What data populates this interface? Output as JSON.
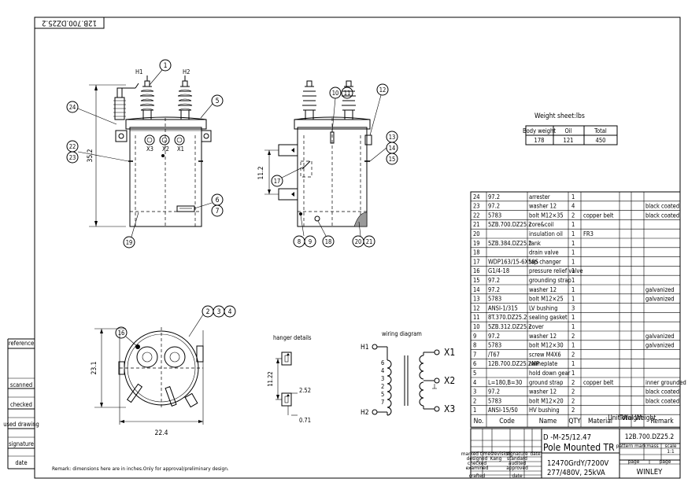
{
  "drawing_code_rotated": "12B.700.DZ25.2",
  "views": {
    "front": {
      "H1": "H1",
      "H2": "H2",
      "bushing_labels": [
        "X3",
        "X2",
        "X1"
      ],
      "dim_height": "35.2",
      "balloons": [
        "1",
        "5",
        "24",
        "22",
        "23",
        "6",
        "7",
        "19"
      ]
    },
    "side": {
      "dim_height": "11.2",
      "balloons": [
        "10",
        "11",
        "12",
        "13",
        "14",
        "15",
        "17",
        "8",
        "9",
        "18",
        "20",
        "21"
      ]
    },
    "top": {
      "dim_height": "23.1",
      "dim_width": "22.4",
      "balloons": [
        "16",
        "2",
        "3",
        "4"
      ]
    }
  },
  "hanger": {
    "title": "hanger details",
    "dims": [
      "11.22",
      "2.52",
      "0.71"
    ]
  },
  "wiring": {
    "title": "wiring diagram",
    "H1": "H1",
    "H2": "H2",
    "X1": "X1",
    "X2": "X2",
    "X3": "X3",
    "taps": [
      "6",
      "4",
      "3",
      "2",
      "5",
      "7"
    ]
  },
  "weight_sheet": {
    "title": "Weight sheet:lbs",
    "headers": [
      "Body weight",
      "Oil",
      "Total"
    ],
    "values": [
      "178",
      "121",
      "450"
    ]
  },
  "bom": {
    "rows": [
      {
        "no": "24",
        "code": "97.2",
        "name": "arrester",
        "qty": "1",
        "material": "",
        "remark": ""
      },
      {
        "no": "23",
        "code": "97.2",
        "name": "washer 12",
        "qty": "4",
        "material": "",
        "remark": "black coated"
      },
      {
        "no": "22",
        "code": "5783",
        "name": "bolt M12×35",
        "qty": "2",
        "material": "copper belt",
        "remark": "black coated"
      },
      {
        "no": "21",
        "code": "5ZB.700.DZ25.2",
        "name": "core&coil",
        "qty": "1",
        "material": "",
        "remark": ""
      },
      {
        "no": "20",
        "code": "",
        "name": "insulation oil",
        "qty": "1",
        "material": "FR3",
        "remark": ""
      },
      {
        "no": "19",
        "code": "5ZB.384.DZ25.2",
        "name": "tank",
        "qty": "1",
        "material": "",
        "remark": ""
      },
      {
        "no": "18",
        "code": "",
        "name": "drain valve",
        "qty": "1",
        "material": "",
        "remark": ""
      },
      {
        "no": "17",
        "code": "WDP163/15-6X50S",
        "name": "tap changer",
        "qty": "1",
        "material": "",
        "remark": ""
      },
      {
        "no": "16",
        "code": "G1/4-18",
        "name": "pressure relief valve",
        "qty": "1",
        "material": "",
        "remark": ""
      },
      {
        "no": "15",
        "code": "97.2",
        "name": "grounding strap",
        "qty": "1",
        "material": "",
        "remark": ""
      },
      {
        "no": "14",
        "code": "97.2",
        "name": "washer 12",
        "qty": "1",
        "material": "",
        "remark": "galvanized"
      },
      {
        "no": "13",
        "code": "5783",
        "name": "bolt M12×25",
        "qty": "1",
        "material": "",
        "remark": "galvanized"
      },
      {
        "no": "12",
        "code": "ANSI-1/315",
        "name": "LV bushing",
        "qty": "3",
        "material": "",
        "remark": ""
      },
      {
        "no": "11",
        "code": "8T.370.DZ25.2",
        "name": "sealing gasket",
        "qty": "1",
        "material": "",
        "remark": ""
      },
      {
        "no": "10",
        "code": "5ZB.312.DZ25.2",
        "name": "cover",
        "qty": "1",
        "material": "",
        "remark": ""
      },
      {
        "no": "9",
        "code": "97.2",
        "name": "washer 12",
        "qty": "2",
        "material": "",
        "remark": "galvanized"
      },
      {
        "no": "8",
        "code": "5783",
        "name": "bolt M12×30",
        "qty": "1",
        "material": "",
        "remark": "galvanized"
      },
      {
        "no": "7",
        "code": "/T67",
        "name": "screw M4X6",
        "qty": "2",
        "material": "",
        "remark": ""
      },
      {
        "no": "6",
        "code": "12B.700.DZ25.2MP",
        "name": "nameplate",
        "qty": "1",
        "material": "",
        "remark": ""
      },
      {
        "no": "5",
        "code": "",
        "name": "hold down gear",
        "qty": "1",
        "material": "",
        "remark": ""
      },
      {
        "no": "4",
        "code": "L=180,B=30",
        "name": "ground strap",
        "qty": "2",
        "material": "copper belt",
        "remark": "inner grounded"
      },
      {
        "no": "3",
        "code": "97.2",
        "name": "washer 12",
        "qty": "2",
        "material": "",
        "remark": "black coated"
      },
      {
        "no": "2",
        "code": "5783",
        "name": "bolt M12×20",
        "qty": "2",
        "material": "",
        "remark": "black coated"
      },
      {
        "no": "1",
        "code": "ANSI-15/50",
        "name": "HV bushing",
        "qty": "2",
        "material": "",
        "remark": ""
      }
    ],
    "header": {
      "no": "No.",
      "code": "Code",
      "name": "Name",
      "qty": "QTY",
      "material": "Material",
      "unit_weight": "Unit Weight",
      "total_weight": "Total Weight",
      "remark": "Remark"
    }
  },
  "title_block": {
    "model": "D -M-25/12.47",
    "title": "Pole Mounted TR",
    "rating_line1": "12470GrdY/7200V",
    "rating_line2": "277/480V, 25kVA",
    "drawing_no": "12B.700.DZ25.2",
    "company": "WINLEY",
    "pattern_mark": "pattern mark",
    "mass": "mass",
    "scale": "scale",
    "scale_value": "1:1",
    "page": "page",
    "page2": "page",
    "left_labels": {
      "marked": "marked times",
      "revision": "revision",
      "signature": "signature",
      "date": "date",
      "designed": "designed",
      "designer": "Kang",
      "standard": "standard",
      "checked": "checked",
      "audited": "audited",
      "examined": "examined",
      "approved": "approved",
      "crafted": "crafted",
      "date2": "date"
    }
  },
  "side_labels": [
    "reference",
    "scanned",
    "checked",
    "used drawing",
    "signature",
    "date"
  ],
  "remark": "Remark: dimensions here are in inches.Only for approval/preliminary design."
}
